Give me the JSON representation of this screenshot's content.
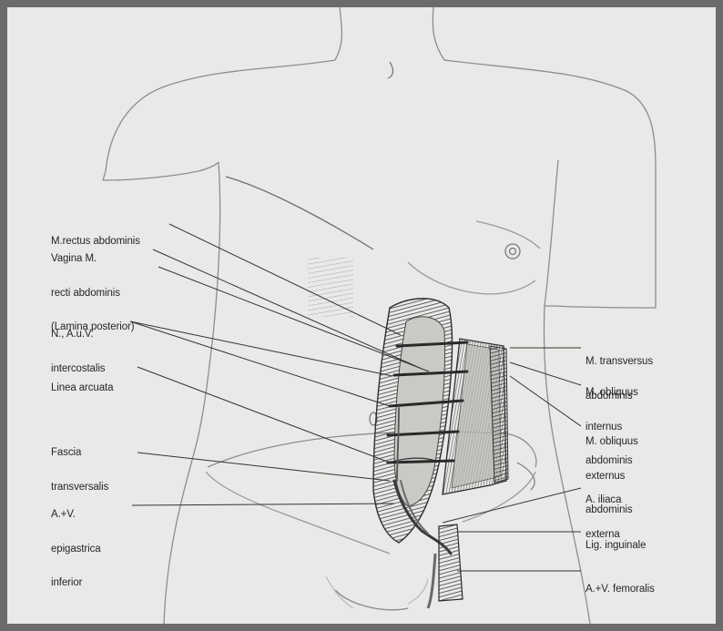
{
  "labels_left": {
    "rectus": [
      "M.rectus abdominis"
    ],
    "vagina": [
      "Vagina M.",
      "recti abdominis",
      "(Lamina posterior)"
    ],
    "intercostalis": [
      "N., A.u.V.",
      "intercostalis"
    ],
    "linea": [
      "Linea arcuata"
    ],
    "fascia": [
      "Fascia",
      "transversalis"
    ],
    "epigastrica": [
      "A.+V.",
      "epigastrica",
      "inferior"
    ]
  },
  "labels_right": {
    "transversus": [
      "M. transversus",
      "abdominis"
    ],
    "obl_internus": [
      "M. obliquus",
      "internus",
      "abdominis"
    ],
    "obl_externus": [
      "M. obliquus",
      "externus",
      "abdominis"
    ],
    "iliaca": [
      "A. iliaca",
      "externa"
    ],
    "inguinale": [
      "Lig. inguinale"
    ],
    "femoralis": [
      "A.+V. femoralis"
    ]
  },
  "colors": {
    "paper": "#e9e9e7",
    "outline": "#8a8a8a",
    "muscle": "#7a7a7a",
    "leader": "#333333",
    "label_text": "#262626"
  }
}
